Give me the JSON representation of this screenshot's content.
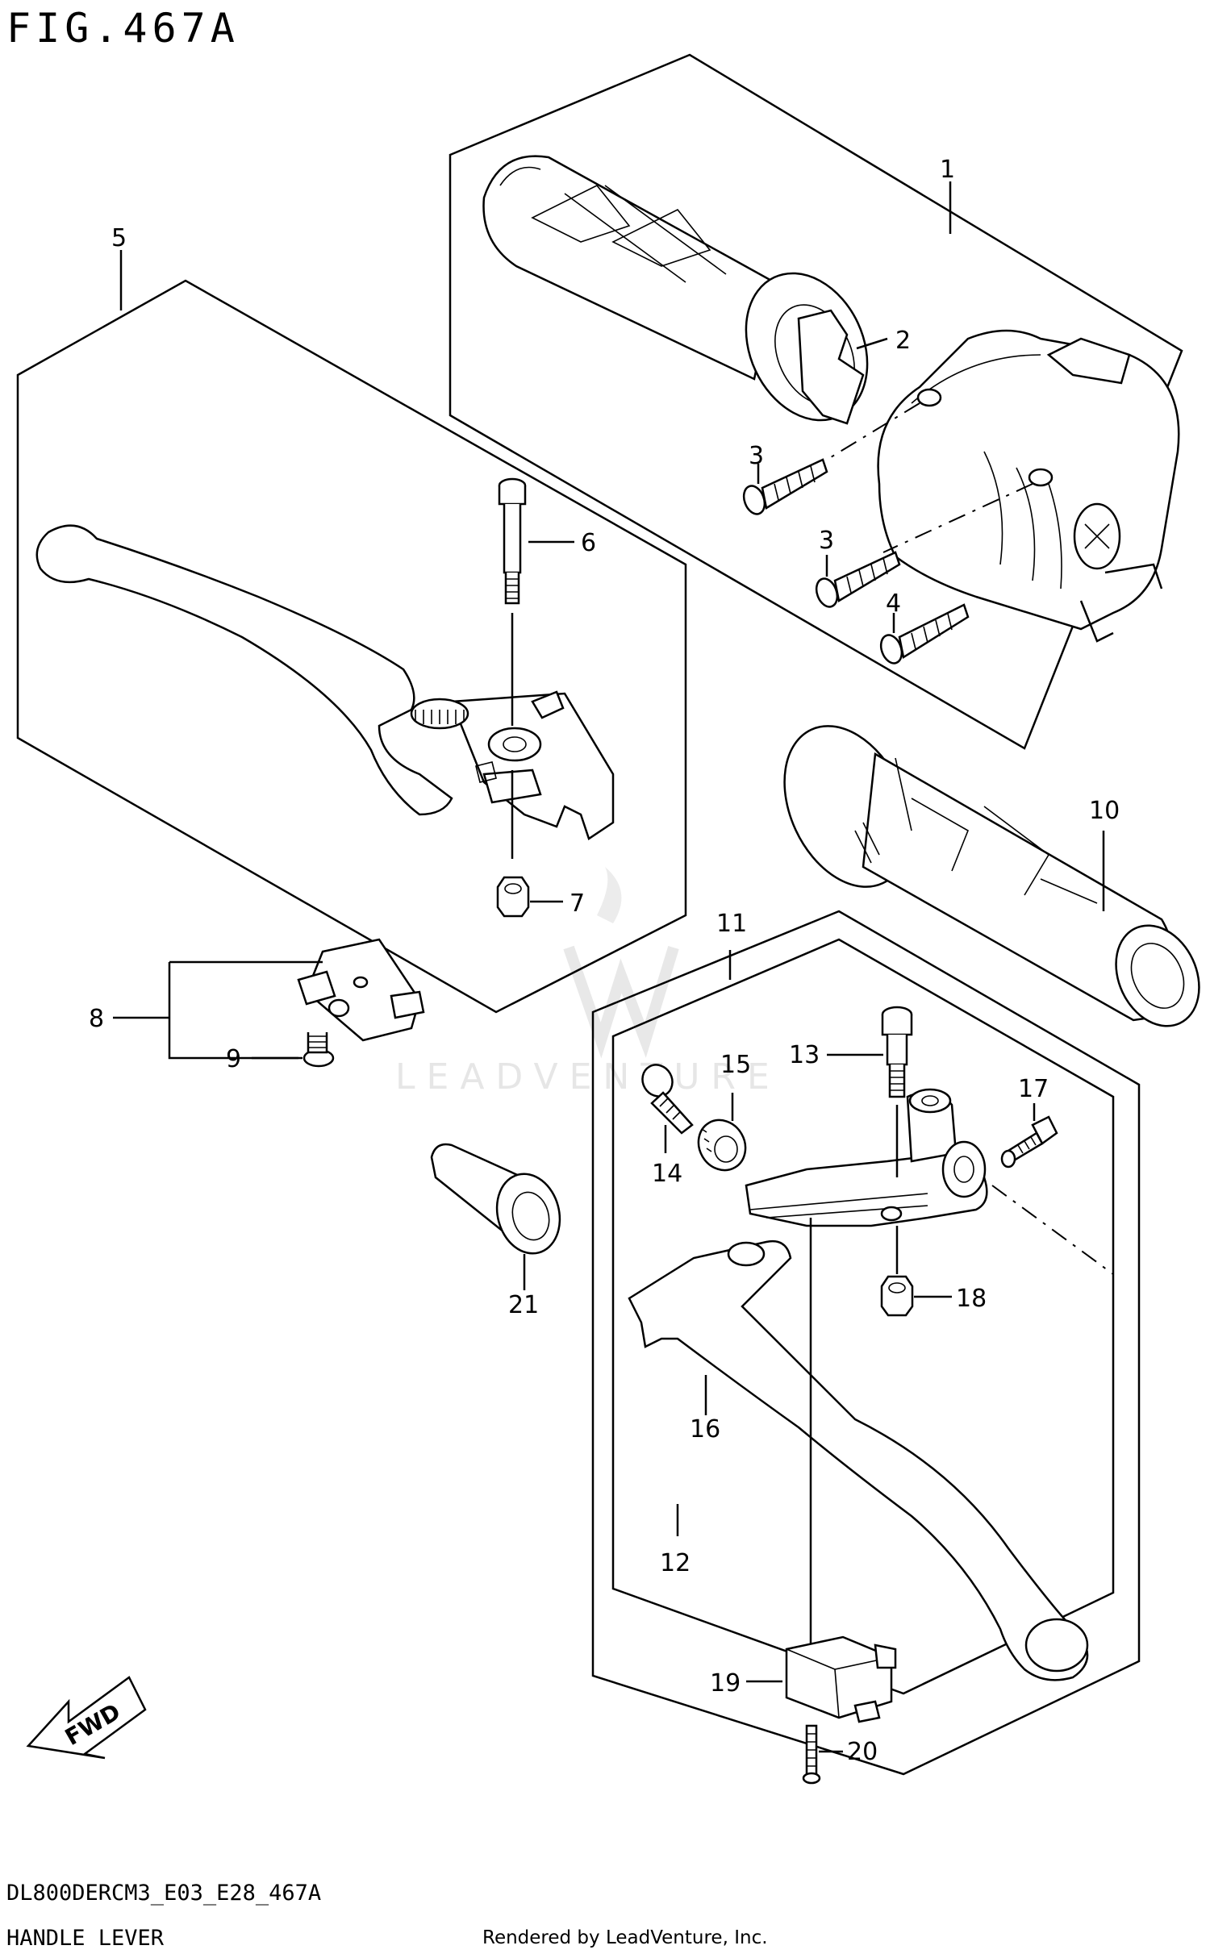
{
  "header": {
    "figure": "FIG.467A"
  },
  "footer": {
    "code": "DL800DERCM3_E03_E28_467A",
    "name": "HANDLE LEVER",
    "rendered": "Rendered by LeadVenture, Inc."
  },
  "watermark": "LEADVENTURE",
  "fwd": "FWD",
  "callouts": {
    "c1": "1",
    "c2": "2",
    "c3a": "3",
    "c3b": "3",
    "c4": "4",
    "c5": "5",
    "c6": "6",
    "c7": "7",
    "c8": "8",
    "c9": "9",
    "c10": "10",
    "c11": "11",
    "c12": "12",
    "c13": "13",
    "c14": "14",
    "c15": "15",
    "c16": "16",
    "c17": "17",
    "c18": "18",
    "c19": "19",
    "c20": "20",
    "c21": "21"
  }
}
